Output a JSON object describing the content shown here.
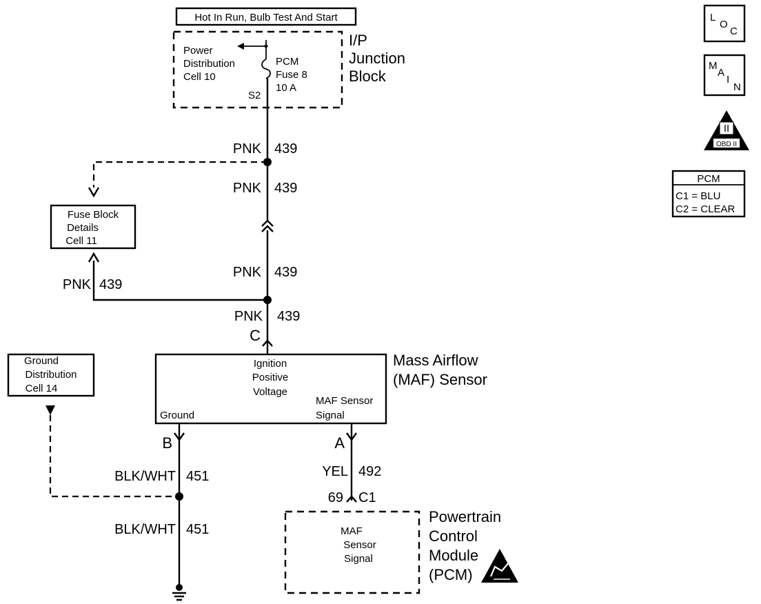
{
  "header": {
    "circuit_condition": "Hot In Run, Bulb Test And Start"
  },
  "junction_block": {
    "name_line1": "I/P",
    "name_line2": "Junction",
    "name_line3": "Block",
    "power_dist_line1": "Power",
    "power_dist_line2": "Distribution",
    "power_dist_line3": "Cell 10",
    "fuse_line1": "PCM",
    "fuse_line2": "Fuse 8",
    "fuse_line3": "10 A",
    "splice": "S2"
  },
  "wires": {
    "pnk_color": "PNK",
    "pnk_circuit": "439",
    "blkwht_color": "BLK/WHT",
    "blkwht_circuit": "451",
    "yel_color": "YEL",
    "yel_circuit": "492"
  },
  "fuse_block": {
    "line1": "Fuse Block",
    "line2": "Details",
    "line3": "Cell 11"
  },
  "ground_dist": {
    "line1": "Ground",
    "line2": "Distribution",
    "line3": "Cell 14"
  },
  "maf_sensor": {
    "name_line1": "Mass Airflow",
    "name_line2": "(MAF) Sensor",
    "ignition_line1": "Ignition",
    "ignition_line2": "Positive",
    "ignition_line3": "Voltage",
    "ground_label": "Ground",
    "signal_line1": "MAF Sensor",
    "signal_line2": "Signal",
    "connector_c": "C",
    "connector_b": "B",
    "connector_a": "A"
  },
  "pcm": {
    "name_line1": "Powertrain",
    "name_line2": "Control",
    "name_line3": "Module",
    "name_line4": "(PCM)",
    "signal_line1": "MAF",
    "signal_line2": "Sensor",
    "signal_line3": "Signal",
    "pin": "69",
    "connector": "C1"
  },
  "legend": {
    "loc_l": "L",
    "loc_o": "O",
    "loc_c": "C",
    "main_m": "M",
    "main_a": "A",
    "main_i": "I",
    "main_n": "N",
    "obd_numeral": "II",
    "obd_text": "OBD II",
    "pcm_title": "PCM",
    "pcm_c1": "C1 = BLU",
    "pcm_c2": "C2 = CLEAR"
  }
}
